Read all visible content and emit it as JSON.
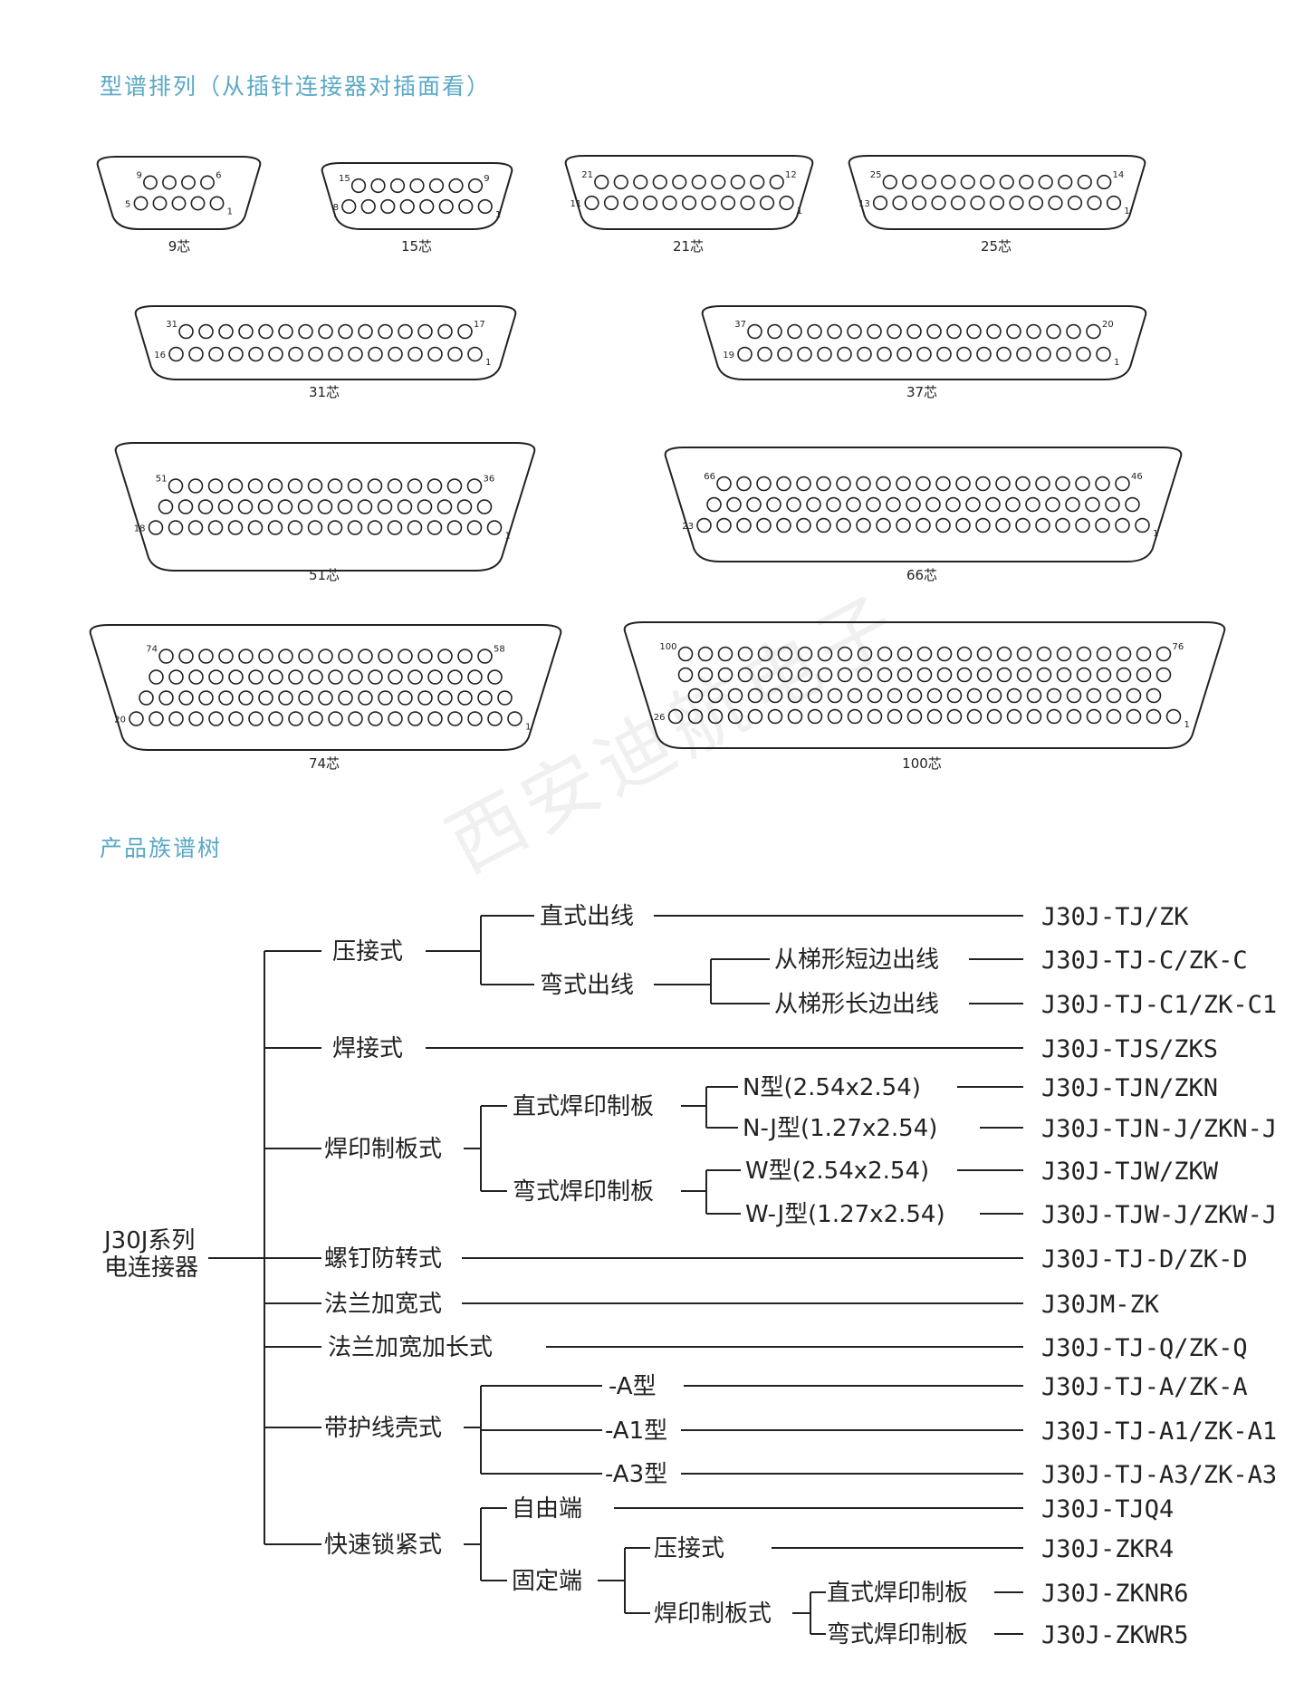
{
  "sections": {
    "layout_title": "型谱排列（从插针连接器对插面看）",
    "tree_title": "产品族谱树"
  },
  "watermark": "西安迪航电子",
  "connectors": [
    {
      "label": "9芯",
      "rows": [
        4,
        5
      ],
      "top_left": "9",
      "top_right": "6",
      "bottom_left": "5",
      "bottom_right": "1"
    },
    {
      "label": "15芯",
      "rows": [
        7,
        8
      ],
      "top_left": "15",
      "top_right": "9",
      "bottom_left": "8",
      "bottom_right": "1"
    },
    {
      "label": "21芯",
      "rows": [
        10,
        11
      ],
      "top_left": "21",
      "top_right": "12",
      "bottom_left": "11",
      "bottom_right": "1"
    },
    {
      "label": "25芯",
      "rows": [
        12,
        13
      ],
      "top_left": "25",
      "top_right": "14",
      "bottom_left": "13",
      "bottom_right": "1"
    },
    {
      "label": "31芯",
      "rows": [
        15,
        16
      ],
      "top_left": "31",
      "top_right": "17",
      "bottom_left": "16",
      "bottom_right": "1"
    },
    {
      "label": "37芯",
      "rows": [
        18,
        19
      ],
      "top_left": "37",
      "top_right": "20",
      "bottom_left": "19",
      "bottom_right": "1"
    },
    {
      "label": "51芯",
      "rows": [
        16,
        17,
        18
      ],
      "top_left": "51",
      "top_right": "36",
      "bottom_left": "18",
      "bottom_right": "1"
    },
    {
      "label": "66芯",
      "rows": [
        21,
        22,
        23
      ],
      "top_left": "66",
      "top_right": "46",
      "bottom_left": "23",
      "bottom_right": "1"
    },
    {
      "label": "74芯",
      "rows": [
        17,
        18,
        19,
        20
      ],
      "top_left": "74",
      "top_right": "58",
      "bottom_left": "20",
      "bottom_right": "1"
    },
    {
      "label": "100芯",
      "rows": [
        25,
        25,
        24,
        26
      ],
      "top_left": "100",
      "top_right": "76",
      "bottom_left": "26",
      "bottom_right": "1"
    }
  ],
  "tree": {
    "root": [
      "J30J系列",
      "电连接器"
    ],
    "nodes": {
      "crimp": "压接式",
      "straight_out": "直式出线",
      "bent_out": "弯式出线",
      "short_side": "从梯形短边出线",
      "long_side": "从梯形长边出线",
      "solder": "焊接式",
      "pcb": "焊印制板式",
      "straight_pcb": "直式焊印制板",
      "bent_pcb": "弯式焊印制板",
      "n_type": "N型(2.54x2.54)",
      "nj_type": "N-J型(1.27x2.54)",
      "w_type": "W型(2.54x2.54)",
      "wj_type": "W-J型(1.27x2.54)",
      "screw": "螺钉防转式",
      "flange_wide": "法兰加宽式",
      "flange_wide_long": "法兰加宽加长式",
      "shell": "带护线壳式",
      "a_type": "-A型",
      "a1_type": "-A1型",
      "a3_type": "-A3型",
      "quick": "快速锁紧式",
      "free_end": "自由端",
      "fixed_end": "固定端",
      "fixed_crimp": "压接式",
      "fixed_pcb": "焊印制板式",
      "fixed_straight_pcb": "直式焊印制板",
      "fixed_bent_pcb": "弯式焊印制板"
    },
    "codes": {
      "c1": "J30J-TJ/ZK",
      "c2": "J30J-TJ-C/ZK-C",
      "c3": "J30J-TJ-C1/ZK-C1",
      "c4": "J30J-TJS/ZKS",
      "c5": "J30J-TJN/ZKN",
      "c6": "J30J-TJN-J/ZKN-J",
      "c7": "J30J-TJW/ZKW",
      "c8": "J30J-TJW-J/ZKW-J",
      "c9": "J30J-TJ-D/ZK-D",
      "c10": "J30JM-ZK",
      "c11": "J30J-TJ-Q/ZK-Q",
      "c12": "J30J-TJ-A/ZK-A",
      "c13": "J30J-TJ-A1/ZK-A1",
      "c14": "J30J-TJ-A3/ZK-A3",
      "c15": "J30J-TJQ4",
      "c16": "J30J-ZKR4",
      "c17": "J30J-ZKNR6",
      "c18": "J30J-ZKWR5"
    }
  }
}
